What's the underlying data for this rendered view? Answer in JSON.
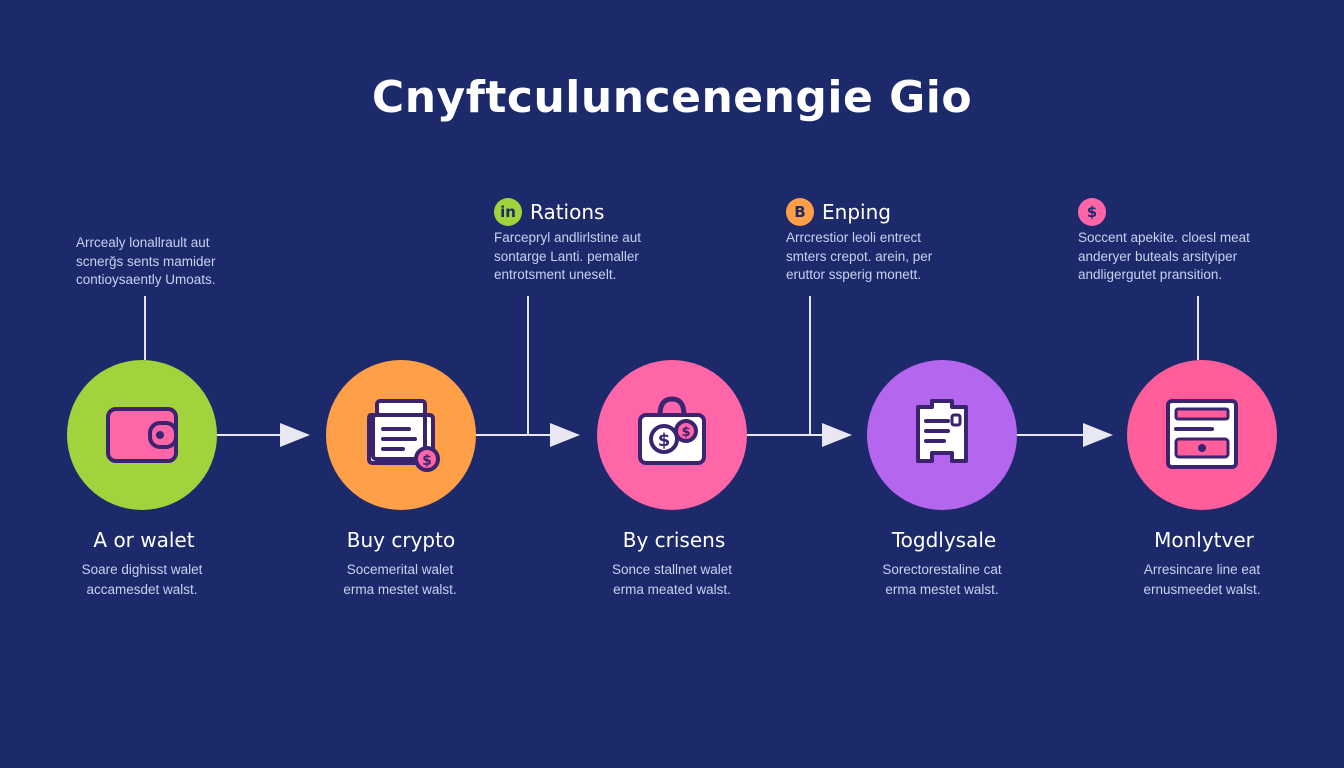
{
  "title": "Cnyftculuncenengie Gio",
  "colors": {
    "background": "#1c2a6b",
    "step1": "#a3d33c",
    "step2": "#ff9f47",
    "step3": "#ff66a8",
    "step4": "#b566ef",
    "step5": "#ff5e9a",
    "icon_stroke": "#3a2470"
  },
  "callouts": [
    {
      "badge": "",
      "title": "",
      "description": "Arrcealy lonallrault aut\nscnerğs sents mamider\ncontioysaently Umoats."
    },
    {
      "badge": "in",
      "badge_color": "#a3d33c",
      "title": "Rations",
      "description": "Farcepryl andlirlstine aut\nsontarge Lanti. pemaller\nentrotsment uneselt."
    },
    {
      "badge": "B",
      "badge_color": "#ff9f47",
      "title": "Enping",
      "description": "Arrcrestior leoli entrect\nsmters crepot. arein, per\neruttor ssperig monett."
    },
    {
      "badge": "$",
      "badge_color": "#ff66a8",
      "title": "",
      "description": "Soccent apekite. cloesl meat\nanderyer buteals arsityiper\nandligergutet pransition."
    }
  ],
  "steps": [
    {
      "icon": "wallet-icon",
      "title": "A or walet",
      "description": "Soare dighisst walet\naccamesdet walst."
    },
    {
      "icon": "document-coin-icon",
      "title": "Buy crypto",
      "description": "Socemerital walet\nerma mestet walst."
    },
    {
      "icon": "coin-bag-icon",
      "title": "By crisens",
      "description": "Sonce stallnet walet\nerma meated walst."
    },
    {
      "icon": "receipt-icon",
      "title": "Togdlysale",
      "description": "Sorectorestaline cat\nerma mestet walst."
    },
    {
      "icon": "card-icon",
      "title": "Monlytver",
      "description": "Arresincare line eat\nernusmeedet walst."
    }
  ]
}
